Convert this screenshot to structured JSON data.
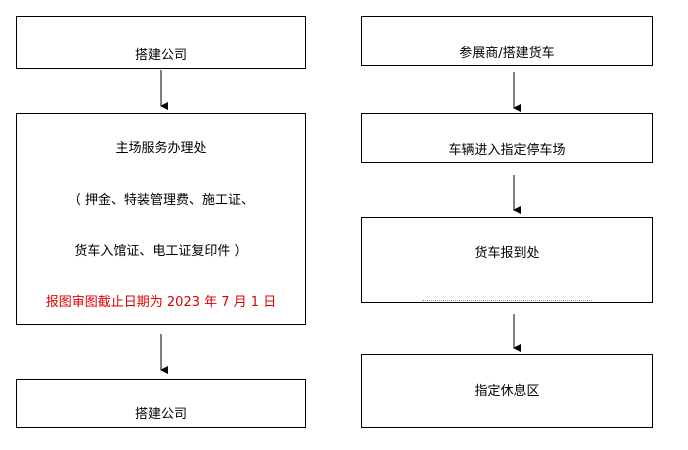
{
  "left_column": {
    "box1": {
      "label": "搭建公司"
    },
    "box2": {
      "lines": [
        "主场服务办理处",
        "（ 押金、特装管理费、施工证、",
        "货车入馆证、电工证复印件 ）"
      ],
      "note": "报图审图截止日期为 2023 年 7 月 1 日"
    },
    "box3": {
      "label": "搭建公司"
    }
  },
  "right_column": {
    "box1": {
      "label": "参展商/搭建货车"
    },
    "box2": {
      "label": "车辆进入指定停车场"
    },
    "box3": {
      "label": "货车报到处"
    },
    "box4": {
      "label": "指定休息区"
    }
  },
  "colors": {
    "line": "#000000",
    "note_text": "#e00000",
    "background": "#ffffff"
  }
}
